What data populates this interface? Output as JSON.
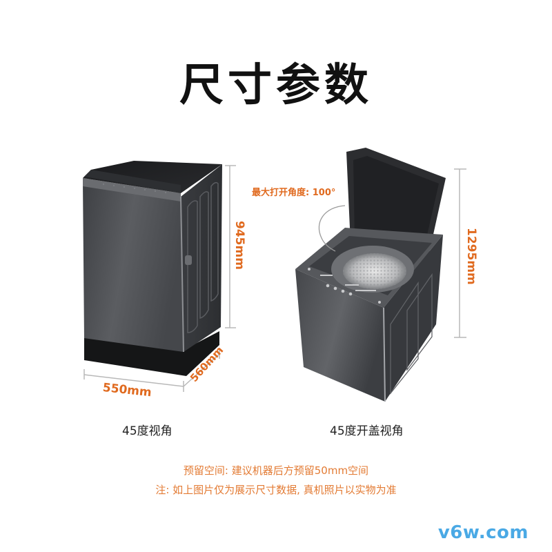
{
  "title": "尺寸参数",
  "left_view": {
    "caption": "45度视角",
    "height_label": "945mm",
    "width_label": "550mm",
    "depth_label": "560mm"
  },
  "right_view": {
    "caption": "45度开盖视角",
    "height_label": "1295mm",
    "lid_angle_label": "最大打开角度: 100°"
  },
  "notes": {
    "clearance": "预留空间: 建议机器后方预留50mm空间",
    "disclaimer": "注: 如上图片仅为展示尺寸数据, 真机照片以实物为准"
  },
  "watermark": "v6w.com",
  "colors": {
    "accent": "#e06a1f",
    "note": "#e37b34",
    "watermark": "#4aa9e5",
    "body": "#4a4c50",
    "dimension_line": "#b8b8b8"
  }
}
